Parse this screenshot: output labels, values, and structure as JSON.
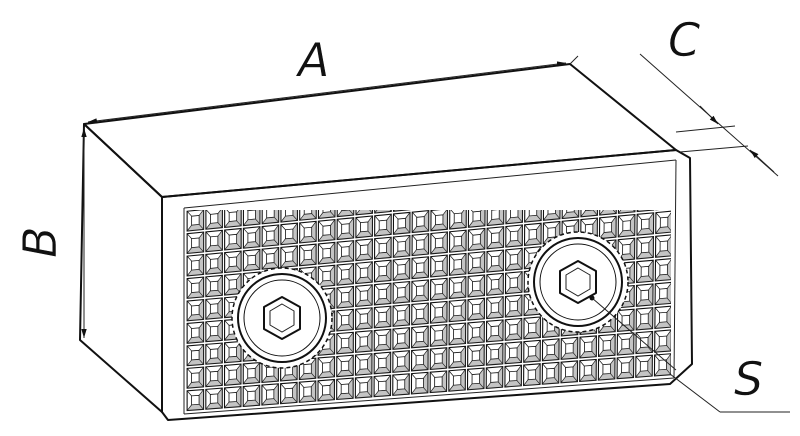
{
  "dimensions": {
    "a": "A",
    "b": "B",
    "c": "C",
    "s": "S"
  },
  "knurl": {
    "columns": 26,
    "rows": 9
  },
  "bolts": {
    "count": 2
  }
}
